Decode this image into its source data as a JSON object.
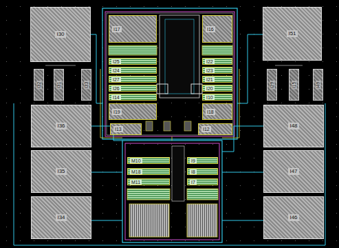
{
  "diagram": {
    "nodes": [
      {
        "text": [
          "I30"
        ]
      },
      {
        "text": [
          "I17"
        ]
      },
      {
        "text": [
          "I16"
        ]
      },
      {
        "text": [
          "I51"
        ]
      },
      {
        "text": [
          "I25"
        ]
      },
      {
        "text": [
          "I22"
        ]
      },
      {
        "text": [
          "I24"
        ]
      },
      {
        "text": [
          "I23"
        ]
      },
      {
        "text": [
          "I27"
        ]
      },
      {
        "text": [
          "I21"
        ]
      },
      {
        "text": [
          "I26"
        ]
      },
      {
        "text": [
          "I20"
        ]
      },
      {
        "text": [
          "I14"
        ]
      },
      {
        "text": [
          "I10"
        ]
      },
      {
        "text": [
          "I32"
        ]
      },
      {
        "text": [
          "I31"
        ]
      },
      {
        "text": [
          "I33"
        ]
      },
      {
        "text": [
          "I29"
        ]
      },
      {
        "text": [
          "I15"
        ]
      },
      {
        "text": [
          "I49"
        ]
      },
      {
        "text": [
          "I19"
        ]
      },
      {
        "text": [
          "I18"
        ]
      },
      {
        "text": [
          "I36"
        ]
      },
      {
        "text": [
          "I48"
        ]
      },
      {
        "text": [
          "I13"
        ]
      },
      {
        "text": [
          "I12"
        ]
      },
      {
        "text": [
          "M10"
        ]
      },
      {
        "text": [
          "I9"
        ]
      },
      {
        "text": [
          "M18"
        ]
      },
      {
        "text": [
          "I8"
        ]
      },
      {
        "text": [
          "M11"
        ]
      },
      {
        "text": [
          "I7"
        ]
      },
      {
        "text": [
          "I35"
        ]
      },
      {
        "text": [
          "I47"
        ]
      },
      {
        "text": [
          "I34"
        ]
      },
      {
        "text": [
          "I46"
        ]
      }
    ]
  }
}
